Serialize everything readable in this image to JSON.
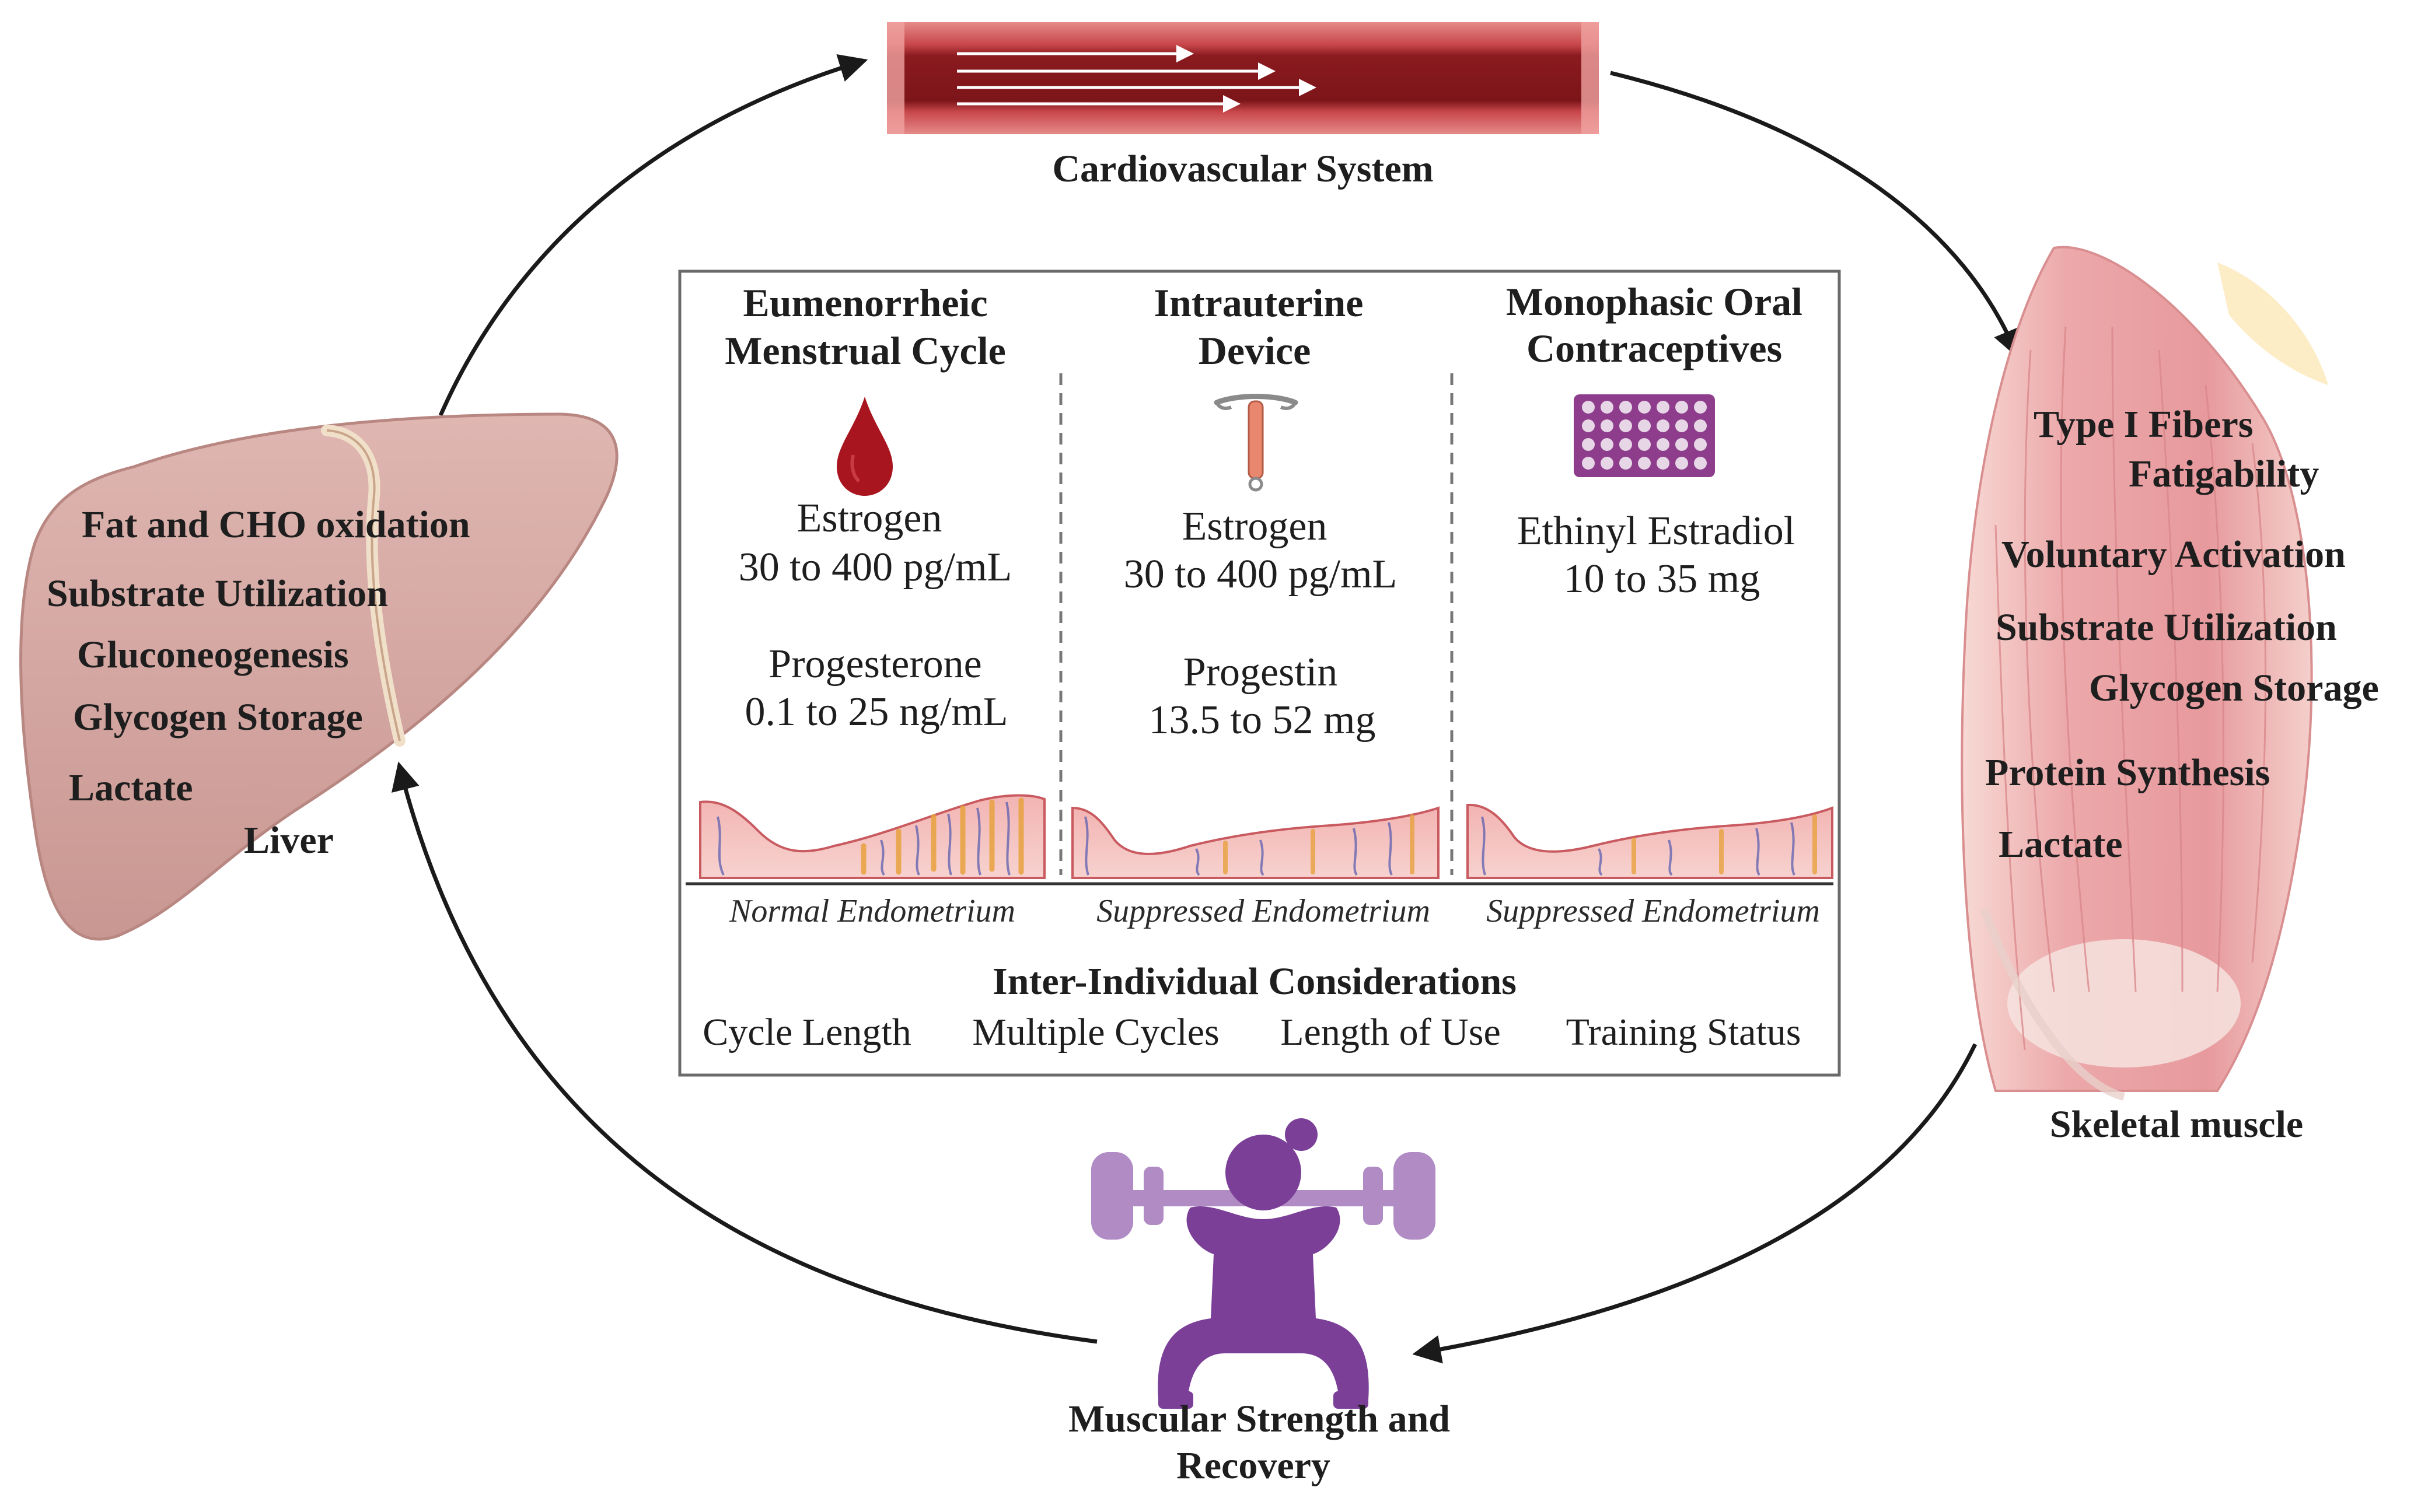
{
  "top": {
    "label": "Cardiovascular System"
  },
  "left": {
    "label": "Liver",
    "items": [
      "Fat and CHO oxidation",
      "Substrate Utilization",
      "Gluconeogenesis",
      "Glycogen Storage",
      "Lactate"
    ]
  },
  "right": {
    "label": "Skeletal muscle",
    "items": [
      "Type I Fibers",
      "Fatigability",
      "Voluntary Activation",
      "Substrate Utilization",
      "Glycogen Storage",
      "Protein Synthesis",
      "Lactate"
    ]
  },
  "bottom": {
    "label_line1": "Muscular Strength and",
    "label_line2": "Recovery"
  },
  "center": {
    "columns": [
      {
        "title_line1": "Eumenorrheic",
        "title_line2": "Menstrual Cycle",
        "hormone1_name": "Estrogen",
        "hormone1_range": "30 to 400 pg/mL",
        "hormone2_name": "Progesterone",
        "hormone2_range": "0.1 to 25 ng/mL",
        "endometrium": "Normal Endometrium"
      },
      {
        "title_line1": "Intrauterine",
        "title_line2": "Device",
        "hormone1_name": "Estrogen",
        "hormone1_range": "30 to 400 pg/mL",
        "hormone2_name": "Progestin",
        "hormone2_range": "13.5 to 52 mg",
        "endometrium": "Suppressed Endometrium"
      },
      {
        "title_line1": "Monophasic Oral",
        "title_line2": "Contraceptives",
        "hormone1_name": "Ethinyl Estradiol",
        "hormone1_range": "10 to 35 mg",
        "endometrium": "Suppressed Endometrium"
      }
    ],
    "considerations": {
      "title": "Inter-Individual Considerations",
      "items": [
        "Cycle Length",
        "Multiple Cycles",
        "Length of Use",
        "Training Status"
      ]
    }
  },
  "colors": {
    "vessel": "#8a1a1f",
    "liver": "#d8aaa6",
    "muscle": "#eca8aa",
    "athlete": "#7b3f98",
    "blood_drop": "#a8151f",
    "pill_pack": "#8e3c8c",
    "arrow": "#1a1a1a"
  },
  "icons": [
    "blood-drop-icon",
    "iud-icon",
    "pill-pack-icon",
    "weightlifter-icon",
    "liver-icon",
    "muscle-icon",
    "blood-vessel-icon"
  ]
}
